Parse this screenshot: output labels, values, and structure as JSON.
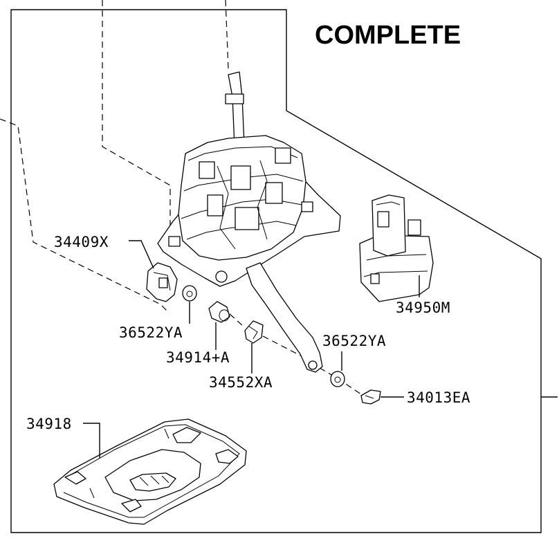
{
  "title": "COMPLETE",
  "labels": {
    "p34409x": "34409X",
    "p36522ya_left": "36522YA",
    "p34914a": "34914+A",
    "p34552xa": "34552XA",
    "p36522ya_right": "36522YA",
    "p34013ea": "34013EA",
    "p34950m": "34950M",
    "p34918": "34918"
  }
}
